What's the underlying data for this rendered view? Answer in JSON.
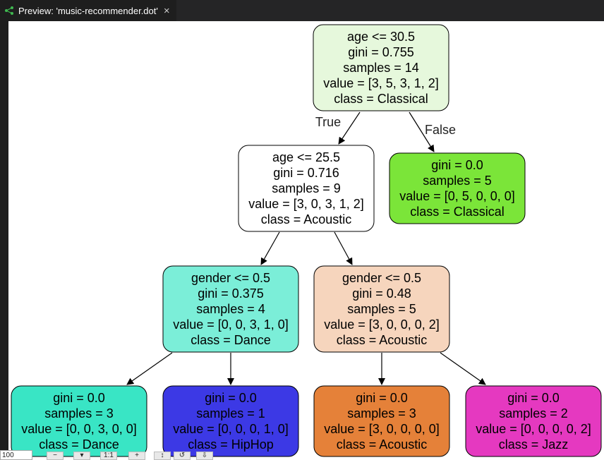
{
  "tab": {
    "title": "Preview: 'music-recommender.dot'",
    "icon": "graph-preview-icon",
    "close": "×"
  },
  "tree": {
    "nodes": [
      {
        "id": "n0",
        "lines": [
          "age <= 30.5",
          "gini = 0.755",
          "samples = 14",
          "value = [3, 5, 3, 1, 2]",
          "class = Classical"
        ],
        "fill": "#e6f8dc"
      },
      {
        "id": "n1",
        "lines": [
          "age <= 25.5",
          "gini = 0.716",
          "samples = 9",
          "value = [3, 0, 3, 1, 2]",
          "class = Acoustic"
        ],
        "fill": "#ffffff"
      },
      {
        "id": "n2",
        "lines": [
          "gini = 0.0",
          "samples = 5",
          "value = [0, 5, 0, 0, 0]",
          "class = Classical"
        ],
        "fill": "#7be539"
      },
      {
        "id": "n3",
        "lines": [
          "gender <= 0.5",
          "gini = 0.375",
          "samples = 4",
          "value = [0, 0, 3, 1, 0]",
          "class = Dance"
        ],
        "fill": "#7beed8"
      },
      {
        "id": "n4",
        "lines": [
          "gender <= 0.5",
          "gini = 0.48",
          "samples = 5",
          "value = [3, 0, 0, 0, 2]",
          "class = Acoustic"
        ],
        "fill": "#f6d5bd"
      },
      {
        "id": "n5",
        "lines": [
          "gini = 0.0",
          "samples = 3",
          "value = [0, 0, 3, 0, 0]",
          "class = Dance"
        ],
        "fill": "#39e5c5"
      },
      {
        "id": "n6",
        "lines": [
          "gini = 0.0",
          "samples = 1",
          "value = [0, 0, 0, 1, 0]",
          "class = HipHop"
        ],
        "fill": "#3c39e5"
      },
      {
        "id": "n7",
        "lines": [
          "gini = 0.0",
          "samples = 3",
          "value = [3, 0, 0, 0, 0]",
          "class = Acoustic"
        ],
        "fill": "#e58139"
      },
      {
        "id": "n8",
        "lines": [
          "gini = 0.0",
          "samples = 2",
          "value = [0, 0, 0, 0, 2]",
          "class = Jazz"
        ],
        "fill": "#e539c0"
      }
    ],
    "edges": [
      {
        "from": "n0",
        "to": "n1",
        "label": "True"
      },
      {
        "from": "n0",
        "to": "n2",
        "label": "False"
      },
      {
        "from": "n1",
        "to": "n3",
        "label": ""
      },
      {
        "from": "n1",
        "to": "n4",
        "label": ""
      },
      {
        "from": "n3",
        "to": "n5",
        "label": ""
      },
      {
        "from": "n3",
        "to": "n6",
        "label": ""
      },
      {
        "from": "n4",
        "to": "n7",
        "label": ""
      },
      {
        "from": "n4",
        "to": "n8",
        "label": ""
      }
    ]
  },
  "zoom": {
    "value": "100"
  }
}
